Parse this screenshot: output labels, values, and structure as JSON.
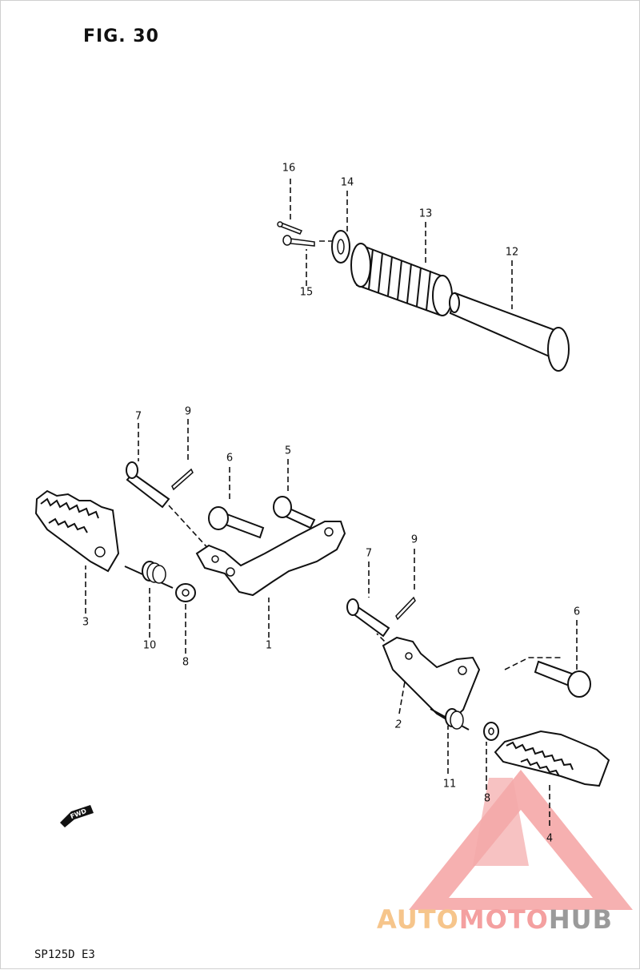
{
  "figure": {
    "title": "FIG. 30",
    "model_code": "SP125D  E3",
    "fwd_label": "FWD"
  },
  "callouts": [
    "16",
    "14",
    "13",
    "12",
    "15",
    "7",
    "9",
    "6",
    "5",
    "3",
    "10",
    "8",
    "1",
    "7",
    "9",
    "6",
    "2",
    "11",
    "8",
    "4"
  ],
  "watermark": {
    "part1": "AUTO",
    "part2": "MOTO",
    "part3": "HUB",
    "colors": {
      "orange": "#f6c58b",
      "red": "#f4a0a0",
      "gray": "#9a9a9a"
    }
  }
}
